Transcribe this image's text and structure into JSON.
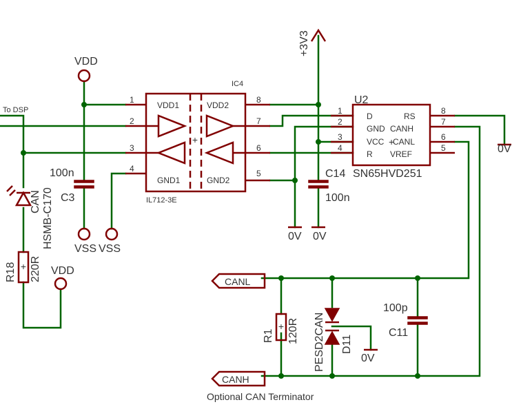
{
  "labels": {
    "to_dsp": "To DSP",
    "vdd_top": "VDD",
    "vdd_bottom": "VDD",
    "vss1": "VSS",
    "vss2": "VSS",
    "c3_value": "100n",
    "c3_name": "C3",
    "ic4_name": "IC4",
    "ic4_part": "IL712-3E",
    "ic4_pins": {
      "p1": "1",
      "p2": "2",
      "p3": "3",
      "p4": "4",
      "p5": "5",
      "p6": "6",
      "p7": "7",
      "p8": "8"
    },
    "ic4_vdd1": "VDD1",
    "ic4_vdd2": "VDD2",
    "ic4_gnd1": "GND1",
    "ic4_gnd2": "GND2",
    "plus3v3": "+3V3",
    "u2_name": "U2",
    "u2_part": "SN65HVD251",
    "u2_pins": {
      "p1": "1",
      "p2": "2",
      "p3": "3",
      "p4": "4",
      "p5": "5",
      "p6": "6",
      "p7": "7",
      "p8": "8"
    },
    "u2_d": "D",
    "u2_gnd": "GND",
    "u2_vcc": "VCC",
    "u2_r": "R",
    "u2_rs": "RS",
    "u2_canh": "CANH",
    "u2_canl": "CANL",
    "u2_vref": "VREF",
    "gnd1": "0V",
    "gnd2": "0V",
    "gnd3": "0V",
    "gnd4": "0V",
    "c14_name": "C14",
    "c14_value": "100n",
    "led_name": "CAN",
    "led_part": "HSMB-C170",
    "r18_name": "R18",
    "r18_value": "220R",
    "canl_port": "CANL",
    "canh_port": "CANH",
    "r1_name": "R1",
    "r1_value": "120R",
    "tvs_part": "PESD2CAN",
    "tvs_name": "D11",
    "c11_value": "100p",
    "c11_name": "C11",
    "terminator_note": "Optional CAN Terminator"
  }
}
